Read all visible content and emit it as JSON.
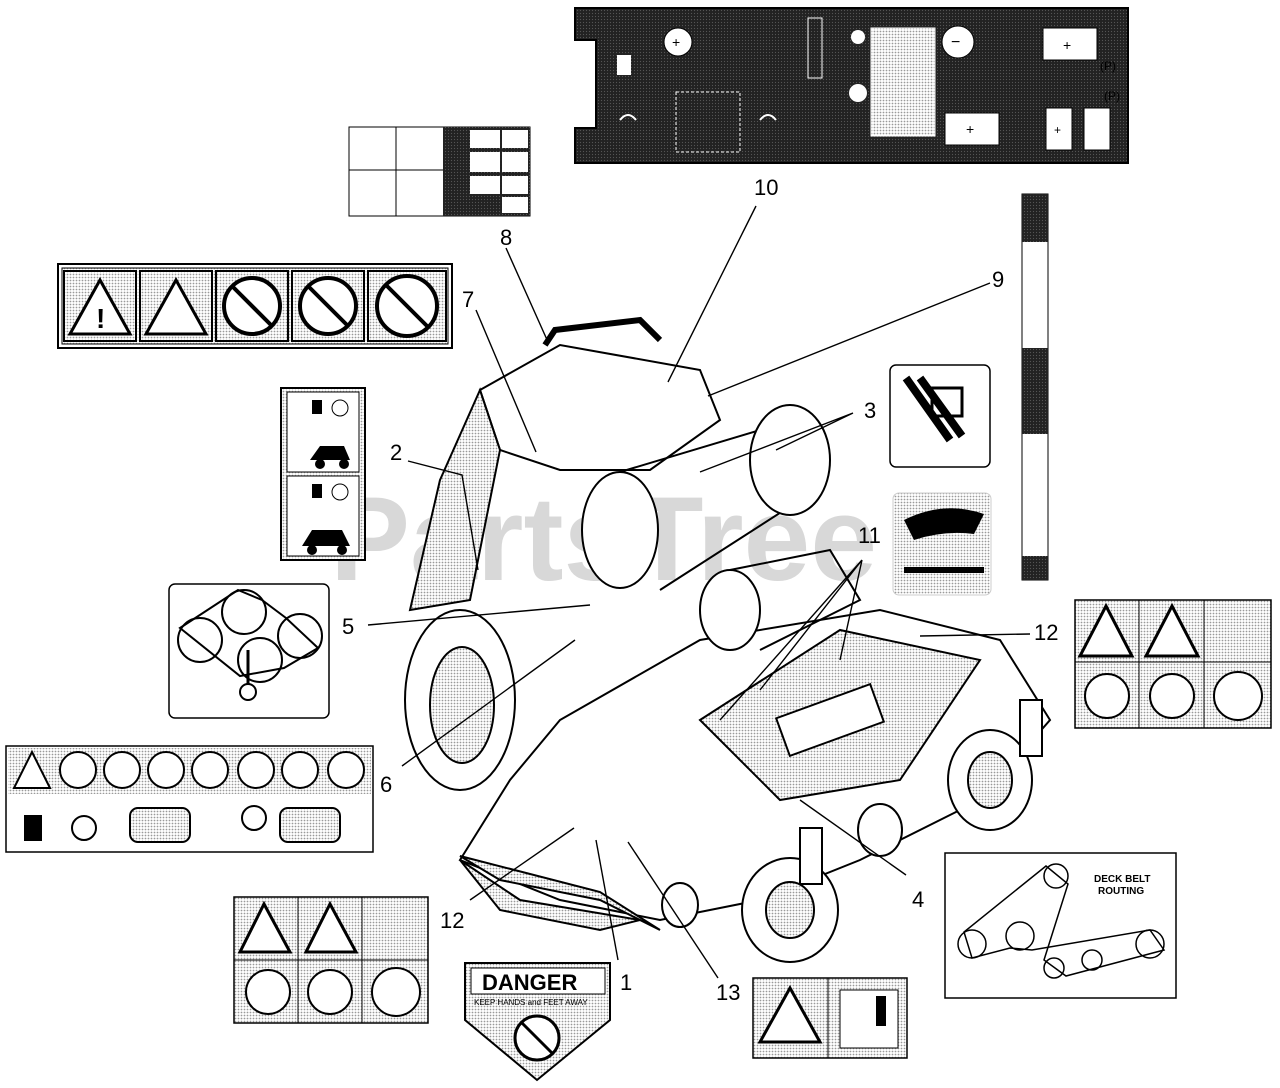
{
  "watermark": {
    "text": "PartsTree",
    "trademark": "™"
  },
  "callouts": [
    "1",
    "2",
    "3",
    "4",
    "5",
    "6",
    "7",
    "8",
    "9",
    "10",
    "11",
    "12",
    "12",
    "13"
  ],
  "danger_decal": {
    "title": "DANGER",
    "subtitle": "KEEP HANDS and FEET AWAY"
  },
  "deck_belt_decal": {
    "title_line1": "DECK BELT",
    "title_line2": "ROUTING"
  },
  "icons": {
    "warning": "warning-triangle-icon",
    "hand_hazard": "hand-crush-icon",
    "fuel": "fuel-pump-icon",
    "belt": "belt-routing-icon"
  },
  "colors": {
    "decal_fill": "#bdbdbd",
    "control_panel": "#111111",
    "line": "#000000"
  }
}
